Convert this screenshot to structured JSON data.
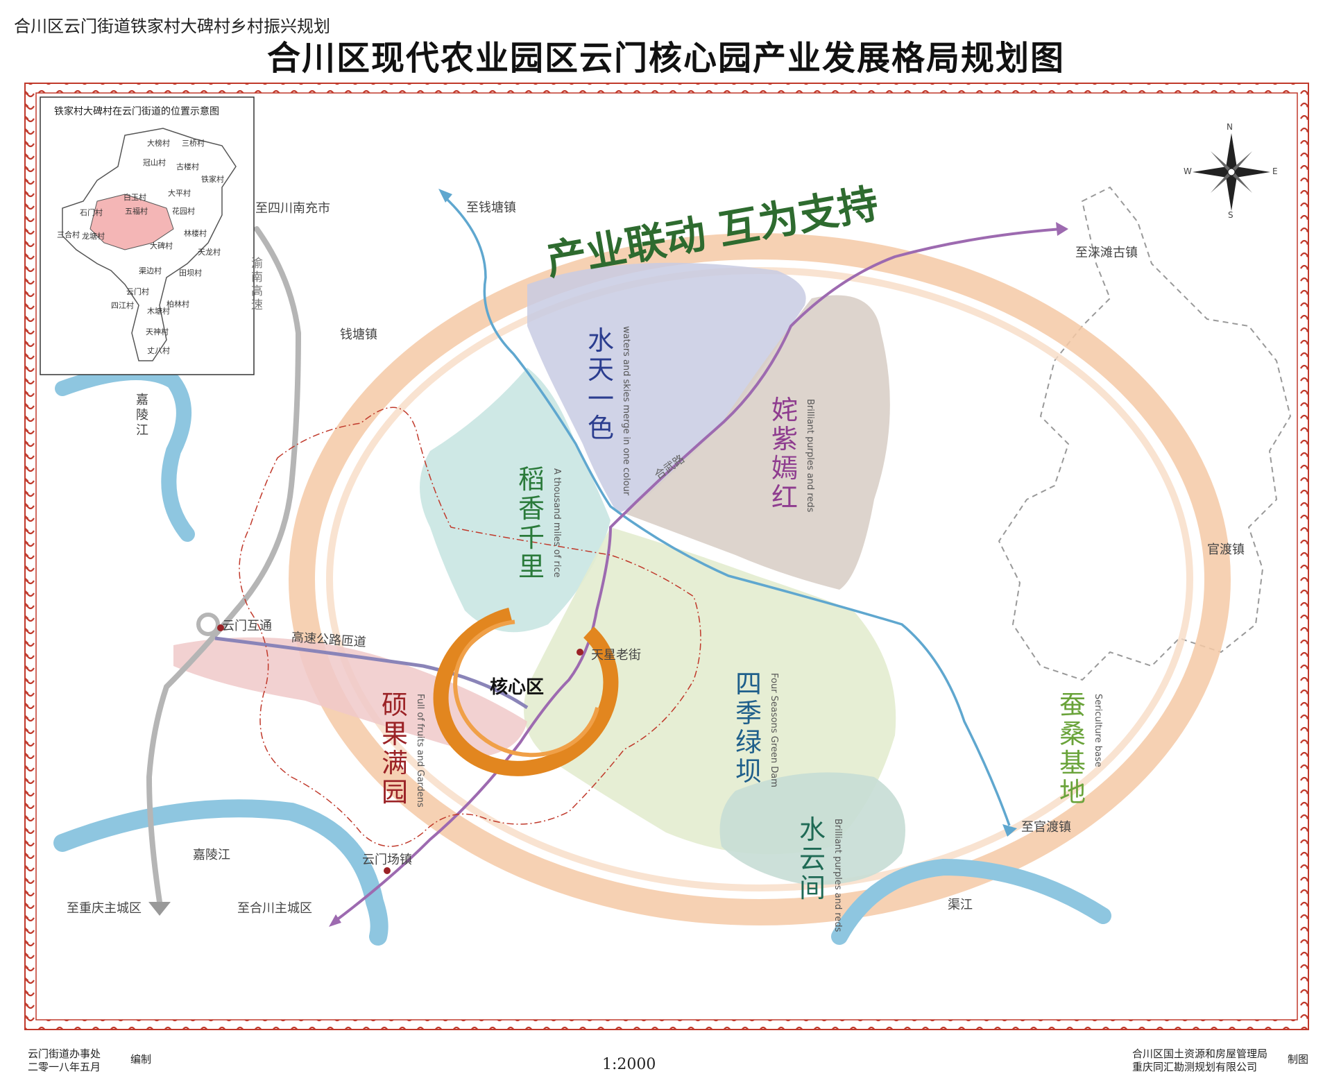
{
  "header": {
    "subtitle": "合川区云门街道铁家村大碑村乡村振兴规划",
    "title": "合川区现代农业园区云门核心园产业发展格局规划图"
  },
  "inset": {
    "title": "铁家村大碑村在云门街道的位置示意图",
    "villages": [
      "大榜村",
      "三桥村",
      "冠山村",
      "古楼村",
      "大平村",
      "铁家村",
      "石门村",
      "白玉村",
      "五福村",
      "龙塘村",
      "花园村",
      "林楼村",
      "三合村",
      "天龙村",
      "渠边村",
      "云门村",
      "四江村",
      "木塘村",
      "天神村",
      "丈八村",
      "柏林村",
      "田坝村",
      "大碑村"
    ]
  },
  "slogan": "产业联动  互为支持",
  "zones": [
    {
      "name": "水天一色",
      "en": "waters and skies merge in one colour",
      "color": "#2b3d8f"
    },
    {
      "name": "姹紫嫣红",
      "en": "Brilliant purples and reds",
      "color": "#8e3c8f"
    },
    {
      "name": "稻香千里",
      "en": "A thousand miles of rice",
      "color": "#2a7a3a"
    },
    {
      "name": "硕果满园",
      "en": "Full of fruits and Gardens",
      "color": "#9b2226"
    },
    {
      "name": "四季绿坝",
      "en": "Four Seasons Green Dam",
      "color": "#1f5f8b"
    },
    {
      "name": "水云间",
      "en": "Brilliant purples and reds",
      "color": "#1f6a55"
    },
    {
      "name": "蚕桑基地",
      "en": "Sericulture base",
      "color": "#6aa33a"
    }
  ],
  "core": "核心区",
  "places": {
    "qiantang": "钱塘镇",
    "guandu": "官渡镇",
    "jialing1": "嘉陵江",
    "jialing2": "嘉陵江",
    "qujiang": "渠江",
    "yunmen_interchange": "云门互通",
    "connector": "高速公路匝道",
    "tianxing": "天星老街",
    "yunmen_town": "云门场镇",
    "to_nanchong": "至四川南充市",
    "to_qiantang": "至钱塘镇",
    "to_laitan": "至涞滩古镇",
    "to_guandu": "至官渡镇",
    "to_chongqing": "至重庆主城区",
    "to_hechuan": "至合川主城区",
    "highway": "渝南高速",
    "road": "合武路"
  },
  "compass": {
    "n": "N",
    "s": "S",
    "e": "E",
    "w": "W"
  },
  "footer": {
    "left1": "云门街道办事处",
    "left2": "二零一八年五月",
    "left_suffix": "编制",
    "scale": "1:2000",
    "right1": "合川区国土资源和房屋管理局",
    "right2": "重庆同汇勘测规划有限公司",
    "right_suffix": "制图"
  }
}
